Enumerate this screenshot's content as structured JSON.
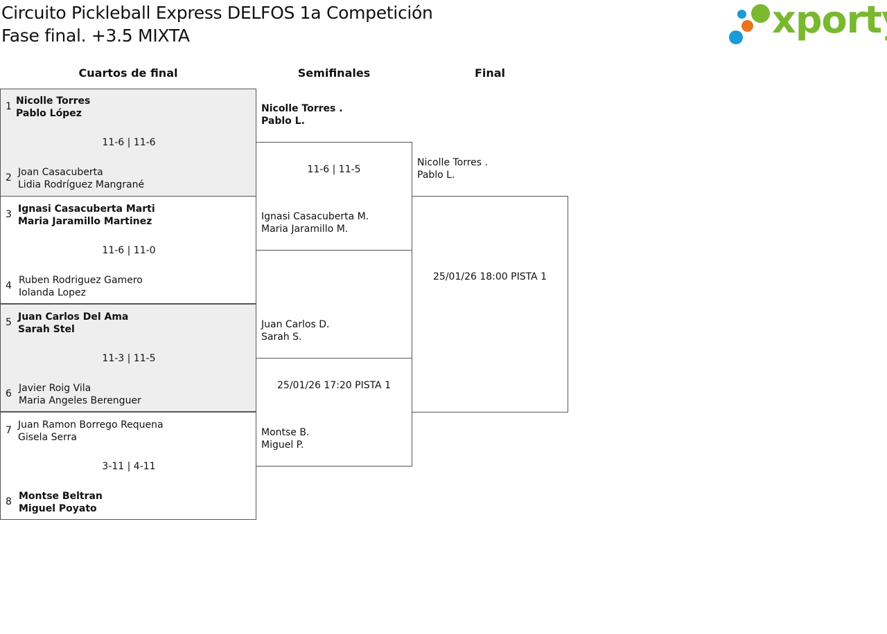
{
  "header": {
    "title_line1": "Circuito Pickleball Express DELFOS 1a Competición",
    "title_line2": "Fase final. +3.5 MIXTA",
    "logo_text": "xporty"
  },
  "rounds": {
    "quarterfinals": "Cuartos de final",
    "semifinals": "Semifinales",
    "final": "Final"
  },
  "quarterfinals": [
    {
      "seed_a": "1",
      "a1": "Nicolle Torres",
      "a2": "Pablo López",
      "score": "11-6 | 11-6",
      "seed_b": "2",
      "b1": "Joan Casacuberta",
      "b2": "Lidia Rodríguez Mangrané"
    },
    {
      "seed_a": "3",
      "a1": "Ignasi Casacuberta Marti",
      "a2": "Maria Jaramillo Martinez",
      "score": "11-6 | 11-0",
      "seed_b": "4",
      "b1": "Ruben Rodriguez Gamero",
      "b2": "Iolanda Lopez"
    },
    {
      "seed_a": "5",
      "a1": "Juan Carlos Del Ama",
      "a2": "Sarah Stel",
      "score": "11-3 | 11-5",
      "seed_b": "6",
      "b1": "Javier Roig Vila",
      "b2": "Maria Angeles Berenguer"
    },
    {
      "seed_a": "7",
      "a1": "Juan Ramon Borrego Requena",
      "a2": "Gisela Serra",
      "score": "3-11 | 4-11",
      "seed_b": "8",
      "b1": "Montse Beltran",
      "b2": "Miguel Poyato"
    }
  ],
  "semifinals": [
    {
      "a1": "Nicolle Torres .",
      "a2": "Pablo L.",
      "info": "11-6 | 11-5",
      "b1": "Ignasi Casacuberta M.",
      "b2": "Maria Jaramillo M."
    },
    {
      "a1": "Juan Carlos D.",
      "a2": "Sarah S.",
      "info": "25/01/26 17:20 PISTA 1",
      "b1": "Montse B.",
      "b2": "Miguel P."
    }
  ],
  "final": {
    "a1": "Nicolle Torres .",
    "a2": "Pablo L.",
    "info": "25/01/26 18:00 PISTA 1"
  },
  "colors": {
    "logo_green": "#7ab830",
    "logo_blue": "#1a9ad6",
    "logo_orange": "#e8741e",
    "shade": "#eeeeee"
  }
}
